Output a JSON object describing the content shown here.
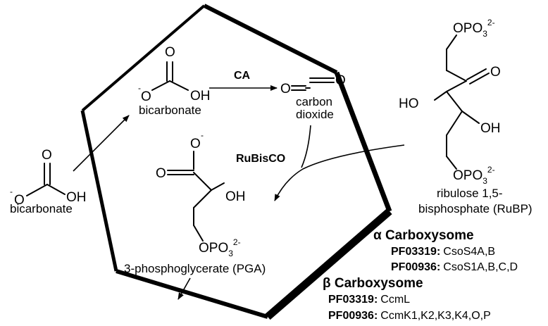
{
  "molecules": {
    "bicarbonate_in": {
      "O": "O",
      "Ominus": "O",
      "minus": "-",
      "OH": "OH",
      "label": "bicarbonate"
    },
    "bicarbonate_out": {
      "O": "O",
      "Ominus": "O",
      "minus": "-",
      "OH": "OH",
      "label": "bicarbonate"
    },
    "co2": {
      "O1": "O",
      "O2": "O",
      "label1": "carbon",
      "label2": "dioxide"
    },
    "rubp": {
      "top_group": "OPO",
      "top_sub": "3",
      "top_sup": "2-",
      "ketone_O": "O",
      "HO": "HO",
      "OH": "OH",
      "bot_group": "OPO",
      "bot_sub": "3",
      "bot_sup": "2-",
      "label1": "ribulose 1,5-",
      "label2": "bisphosphate (RuBP)"
    },
    "pga": {
      "O": "O",
      "Ominus": "O",
      "minus": "-",
      "OH": "OH",
      "group": "OPO",
      "sub": "3",
      "sup": "2-",
      "label": "3-phosphoglycerate (PGA)"
    }
  },
  "enzymes": {
    "ca": "CA",
    "rubisco": "RuBisCO"
  },
  "legend": {
    "alpha": {
      "title": "α Carboxysome",
      "rows": [
        {
          "key": "PF03319:",
          "value": "CsoS4A,B"
        },
        {
          "key": "PF00936:",
          "value": "CsoS1A,B,C,D"
        }
      ]
    },
    "beta": {
      "title": "β Carboxysome",
      "rows": [
        {
          "key": "PF03319:",
          "value": "CcmL"
        },
        {
          "key": "PF00936:",
          "value": "CcmK1,K2,K3,K4,O,P"
        }
      ]
    }
  }
}
